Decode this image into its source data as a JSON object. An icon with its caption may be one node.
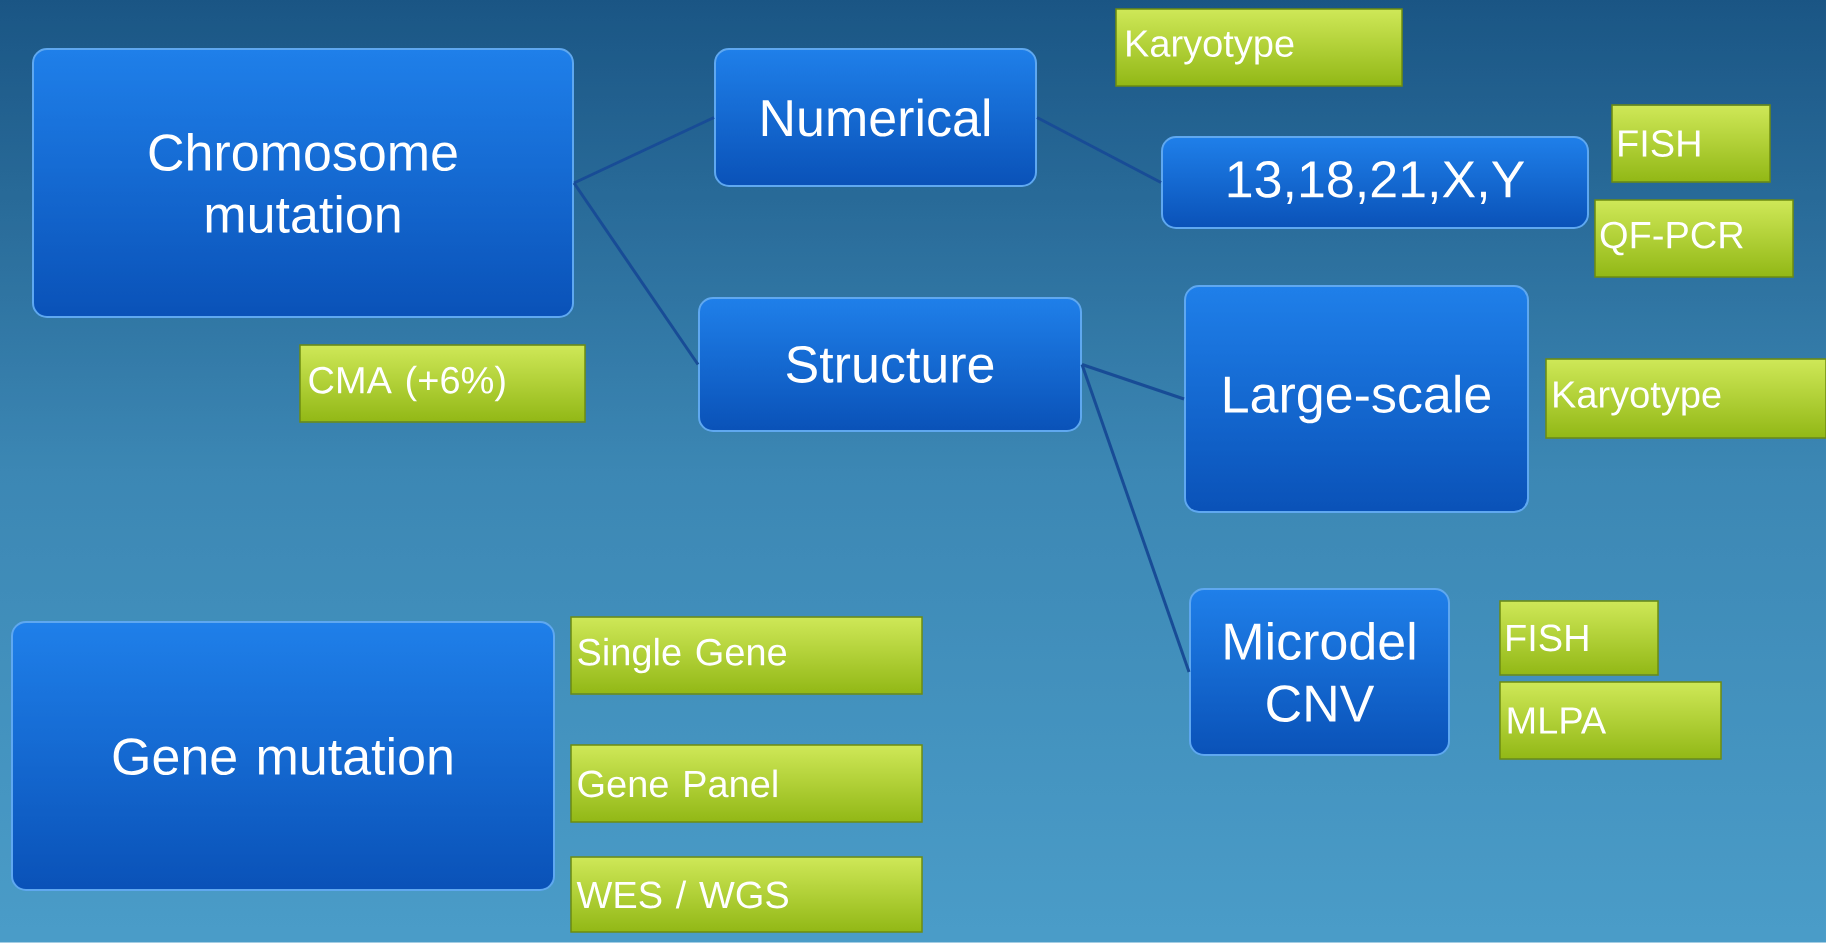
{
  "diagram": {
    "nodes": [
      {
        "text": [
          "Chromosome mutation"
        ]
      },
      {
        "text": [
          "Numerical"
        ]
      },
      {
        "text": [
          "Structure"
        ]
      },
      {
        "text": [
          "Karyotype"
        ]
      },
      {
        "text": [
          "13,18,21,X,Y"
        ]
      },
      {
        "text": [
          "FISH"
        ]
      },
      {
        "text": [
          "QF-PCR"
        ]
      },
      {
        "text": [
          "CMA (+6%)"
        ]
      },
      {
        "text": [
          "Large-scale"
        ]
      },
      {
        "text": [
          "Karyotype"
        ]
      },
      {
        "text": [
          "Microdel CNV"
        ]
      },
      {
        "text": [
          "FISH"
        ]
      },
      {
        "text": [
          "MLPA"
        ]
      },
      {
        "text": [
          "Gene mutation"
        ]
      },
      {
        "text": [
          "Single Gene"
        ]
      },
      {
        "text": [
          "Gene Panel"
        ]
      },
      {
        "text": [
          "WES / WGS"
        ]
      }
    ],
    "edges": [
      {
        "from": 0,
        "to": 1,
        "arrow": "none"
      },
      {
        "from": 0,
        "to": 2,
        "arrow": "none"
      },
      {
        "from": 1,
        "to": 4,
        "arrow": "none"
      },
      {
        "from": 2,
        "to": 8,
        "arrow": "none"
      },
      {
        "from": 2,
        "to": 10,
        "arrow": "none"
      }
    ]
  }
}
